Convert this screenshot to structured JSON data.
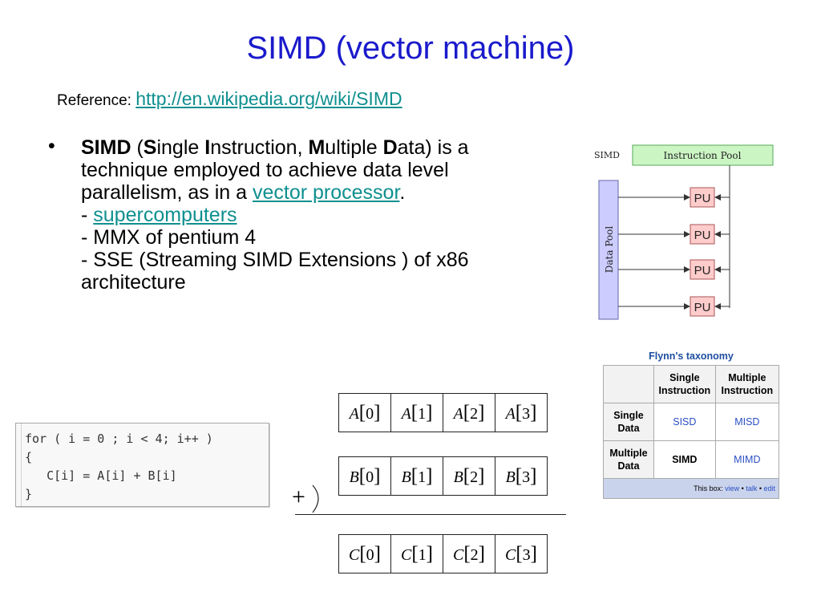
{
  "title": "SIMD (vector machine)",
  "reference": {
    "label": "Reference:",
    "link": "http://en.wikipedia.org/wiki/SIMD"
  },
  "bullet": {
    "marker": "•",
    "term": "SIMD",
    "open_paren": " (",
    "s": "S",
    "s_rest": "ingle ",
    "i": "I",
    "i_rest": "nstruction, ",
    "m": "M",
    "m_rest": "ultiple ",
    "d": "D",
    "d_rest": "ata) is a technique employed to achieve data level parallelism, as in a ",
    "vector_link": "vector processor",
    "after_link": ".",
    "dash": "- ",
    "supercomputers_link": "supercomputers",
    "line_mmx": "- MMX of pentium 4",
    "line_sse": "- SSE (Streaming SIMD Extensions ) of x86 architecture"
  },
  "simd_diagram": {
    "label": "SIMD",
    "instruction_pool": "Instruction Pool",
    "data_pool": "Data Pool",
    "pu_labels": [
      "PU",
      "PU",
      "PU",
      "PU"
    ],
    "colors": {
      "green": "#ccf5c4",
      "purple": "#ccccff",
      "pink": "#ffcccc"
    }
  },
  "flynn": {
    "caption": "Flynn's taxonomy",
    "col_headers": [
      "Single Instruction",
      "Multiple Instruction"
    ],
    "rows": [
      {
        "header": "Single Data",
        "cells": [
          "SISD",
          "MISD"
        ]
      },
      {
        "header": "Multiple Data",
        "cells": [
          "SIMD",
          "MIMD"
        ]
      }
    ],
    "footer": {
      "prefix": "This box:",
      "links": [
        "view",
        "talk",
        "edit"
      ],
      "sep": " • "
    }
  },
  "code": [
    "for ( i = 0 ; i < 4; i++ )",
    "{",
    "   C[i] = A[i] + B[i]",
    "}"
  ],
  "arrays": {
    "A": {
      "var": "A",
      "indices": [
        "0",
        "1",
        "2",
        "3"
      ]
    },
    "B": {
      "var": "B",
      "indices": [
        "0",
        "1",
        "2",
        "3"
      ]
    },
    "C": {
      "var": "C",
      "indices": [
        "0",
        "1",
        "2",
        "3"
      ]
    }
  },
  "plus_sign": "+"
}
